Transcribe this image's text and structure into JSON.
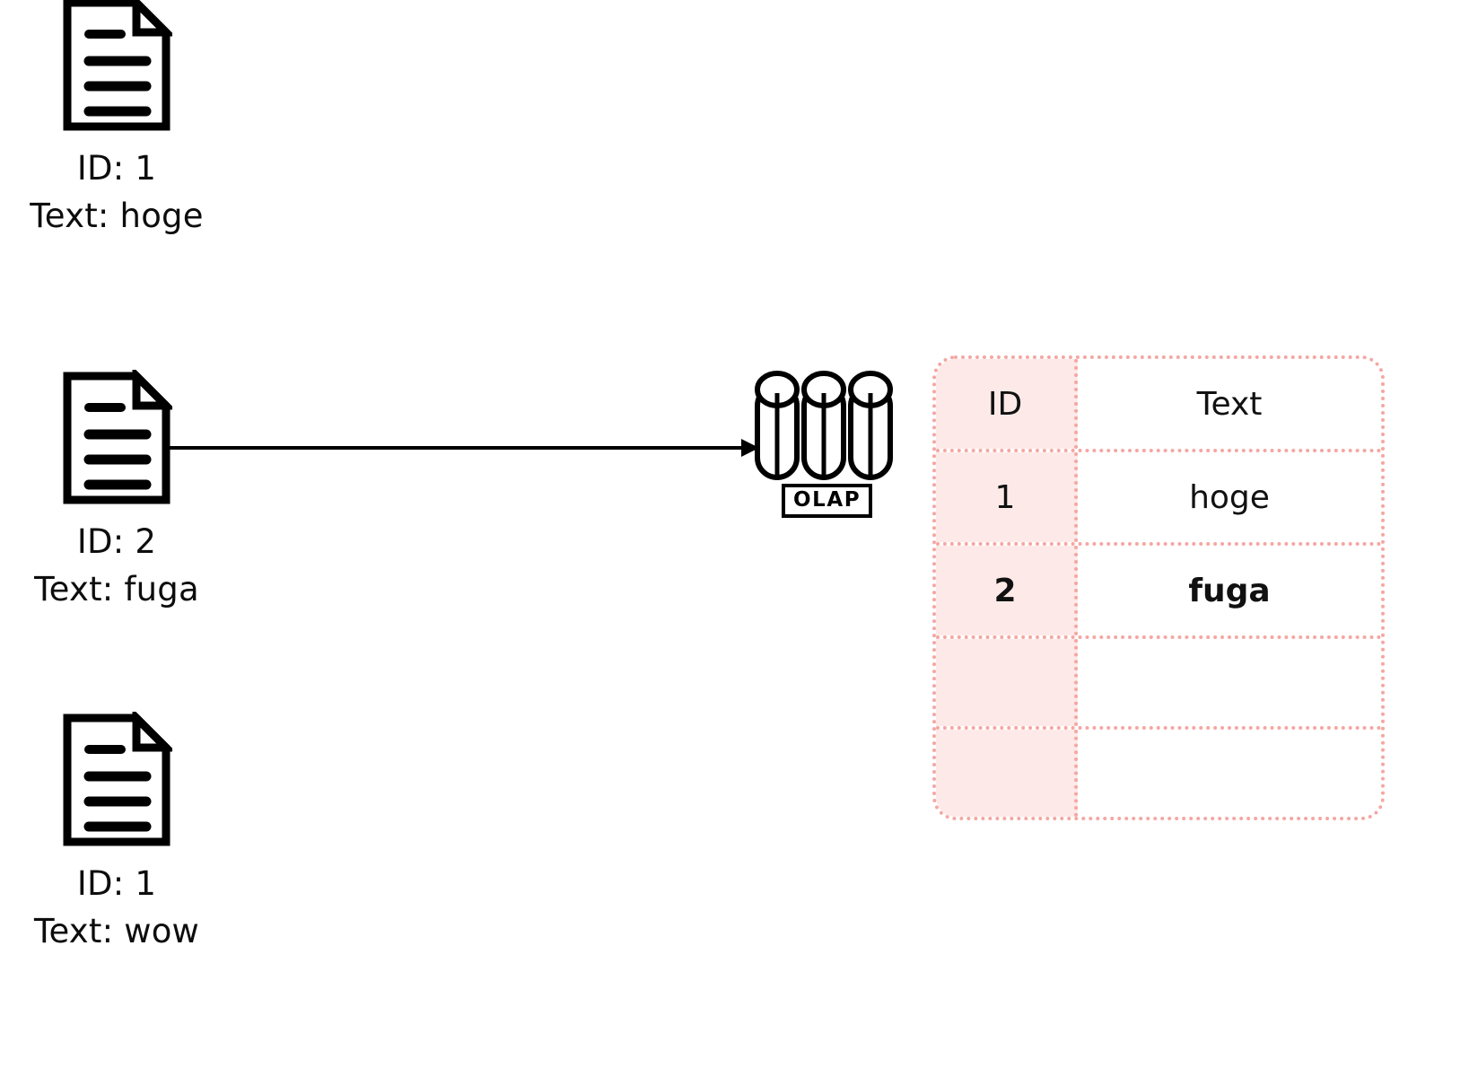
{
  "diagram": {
    "title_visible": false,
    "accent_color": "#f4a7a3",
    "id_column_fill": "#fdeae8",
    "stroke_color": "#000000"
  },
  "documents": [
    {
      "icon": "document-icon",
      "id_label": "ID: 1",
      "text_label": "Text: hoge"
    },
    {
      "icon": "document-icon",
      "id_label": "ID: 2",
      "text_label": "Text: fuga"
    },
    {
      "icon": "document-icon",
      "id_label": "ID: 1",
      "text_label": "Text: wow"
    }
  ],
  "connector": {
    "icon": "arrow-right-icon",
    "label": ""
  },
  "database": {
    "icon": "database-cylinders-icon",
    "label": "OLAP"
  },
  "table": {
    "headers": [
      "ID",
      "Text"
    ],
    "rows": [
      {
        "id": "1",
        "text": "hoge",
        "bold": false
      },
      {
        "id": "2",
        "text": "fuga",
        "bold": true
      },
      {
        "id": "",
        "text": "",
        "bold": false
      },
      {
        "id": "",
        "text": "",
        "bold": false
      }
    ]
  }
}
